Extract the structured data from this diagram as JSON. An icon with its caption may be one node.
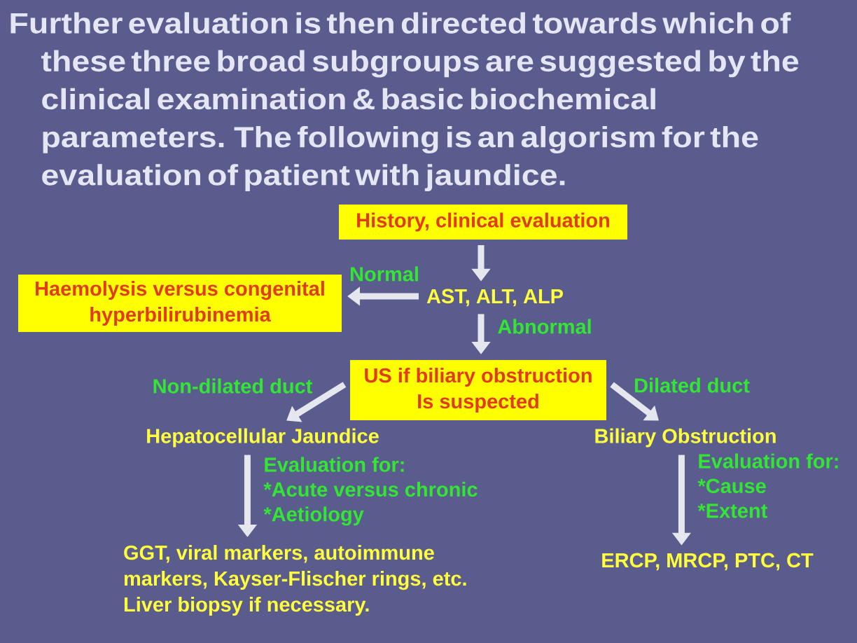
{
  "diagram": {
    "title": "Further evaluation is then directed towards which of these three broad subgroups are suggested by the clinical examination & basic biochemical parameters. The following is an algorism for the evaluation of patient with jaundice.",
    "nodes": [
      {
        "text": [
          "History, clinical evaluation"
        ]
      },
      {
        "text": [
          "AST, ALT, ALP"
        ]
      },
      {
        "text": [
          "Haemolysis versus congenital hyperbilirubinemia"
        ]
      },
      {
        "text": [
          "US if biliary obstruction Is suspected"
        ]
      },
      {
        "text": [
          "Hepatocellular Jaundice"
        ]
      },
      {
        "text": [
          "Biliary Obstruction"
        ]
      },
      {
        "text": [
          "GGT, viral markers, autoimmune markers, Kayser-Flischer rings, etc. Liver biopsy if necessary."
        ]
      },
      {
        "text": [
          "ERCP, MRCP, PTC, CT"
        ]
      }
    ],
    "edges": [
      {
        "from": 0,
        "to": 1,
        "arrow": "to"
      },
      {
        "from": 1,
        "to": 2,
        "arrow": "to",
        "label": "Normal"
      },
      {
        "from": 1,
        "to": 3,
        "arrow": "to",
        "label": "Abnormal"
      },
      {
        "from": 3,
        "to": 4,
        "arrow": "to",
        "label": "Non-dilated duct"
      },
      {
        "from": 3,
        "to": 5,
        "arrow": "to",
        "label": "Dilated duct"
      },
      {
        "from": 4,
        "to": 6,
        "arrow": "to",
        "label": "Evaluation for: *Acute versus chronic *Aetiology"
      },
      {
        "from": 5,
        "to": 7,
        "arrow": "to",
        "label": "Evaluation for: *Cause *Extent"
      }
    ]
  }
}
